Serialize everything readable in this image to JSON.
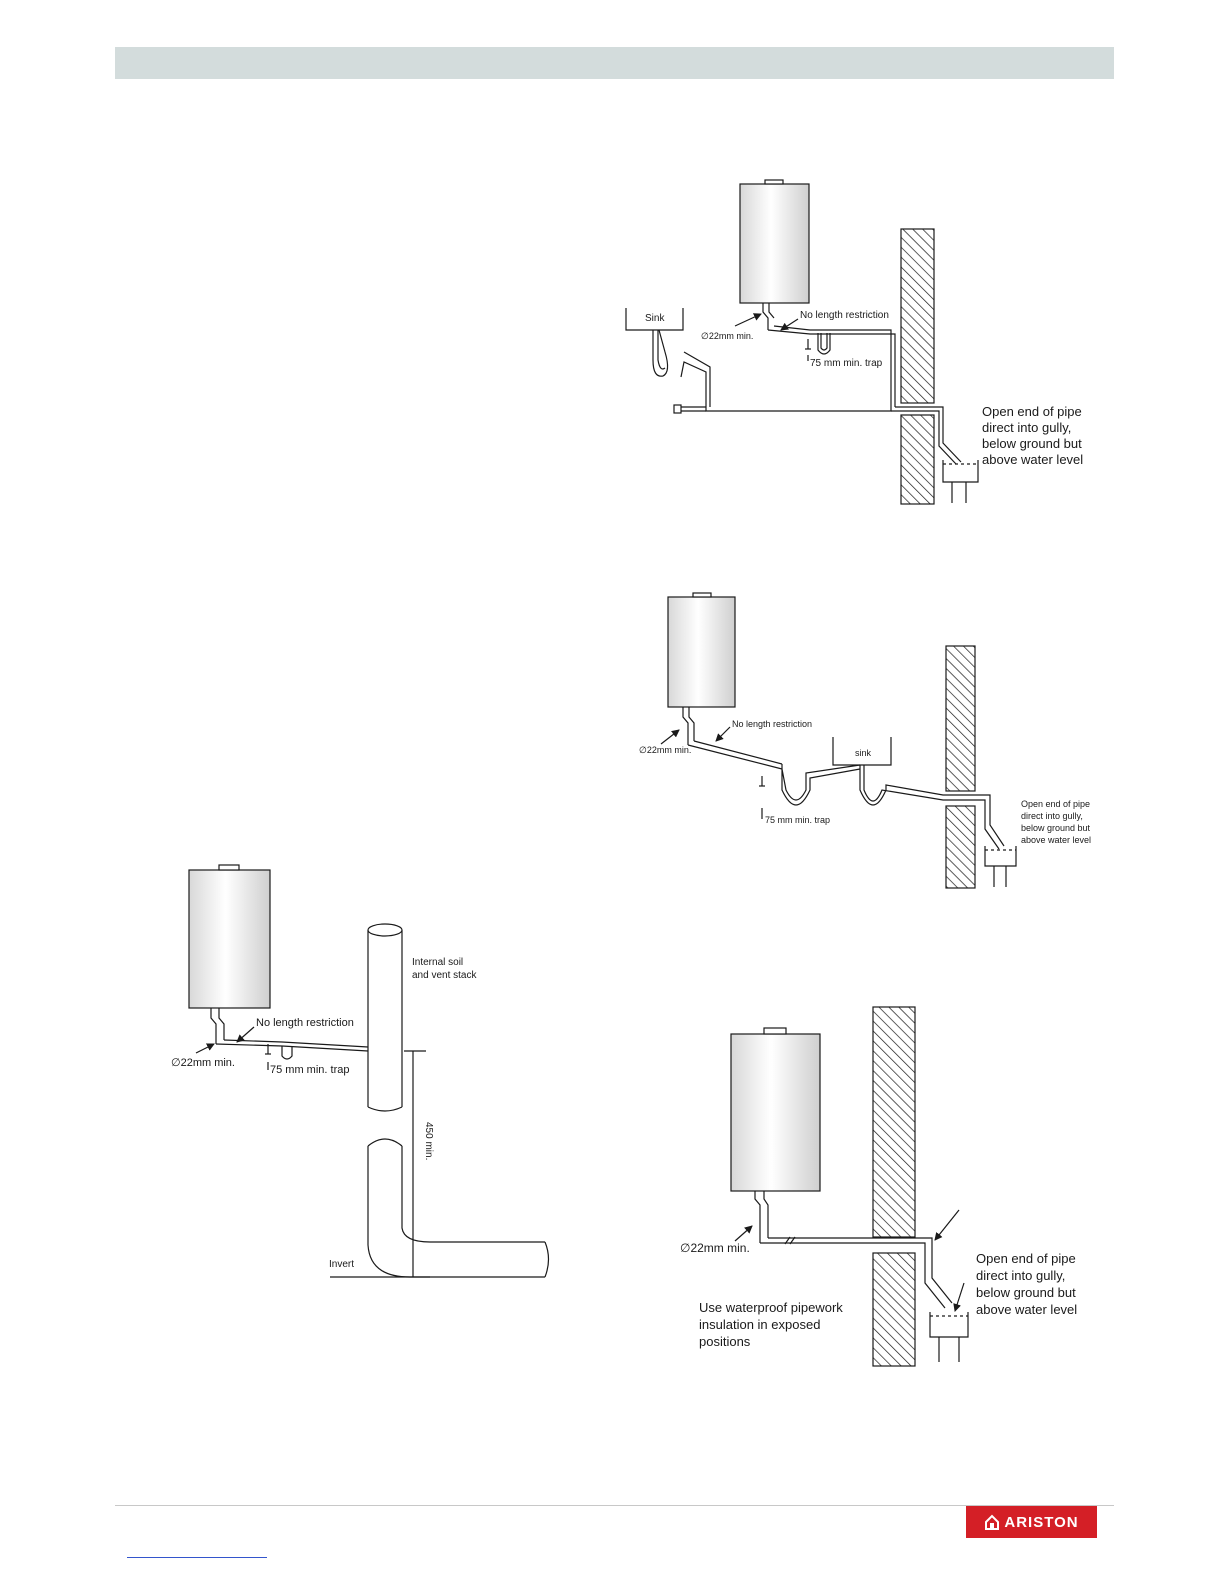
{
  "brand": {
    "name": "ARISTON",
    "color": "#d41f26",
    "icon": "house-icon"
  },
  "colors": {
    "header_bar": "#d3dcdc",
    "line": "#1a1a1a"
  },
  "diagram_top_right": {
    "sink": "Sink",
    "diameter": "∅22mm min.",
    "length": "No length restriction",
    "trap": "75 mm min. trap",
    "gully_1": "Open end of pipe",
    "gully_2": "direct into gully,",
    "gully_3": "below ground but",
    "gully_4": "above water level"
  },
  "diagram_middle_right": {
    "length": "No length restriction",
    "diameter": "∅22mm min.",
    "sink": "sink",
    "trap": "75 mm min. trap",
    "gully_1": "Open end of pipe",
    "gully_2": "direct into gully,",
    "gully_3": "below ground but",
    "gully_4": "above water level"
  },
  "diagram_bottom_left": {
    "stack_1": "Internal soil",
    "stack_2": "and vent stack",
    "length": "No length restriction",
    "diameter": "∅22mm min.",
    "trap": "75 mm min. trap",
    "height": "450 min.",
    "invert": "Invert"
  },
  "diagram_bottom_right": {
    "diameter": "∅22mm min.",
    "gully_1": "Open end of pipe",
    "gully_2": "direct into gully,",
    "gully_3": "below ground but",
    "gully_4": "above water level",
    "insul_1": "Use waterproof pipework",
    "insul_2": "insulation in exposed",
    "insul_3": "positions"
  }
}
